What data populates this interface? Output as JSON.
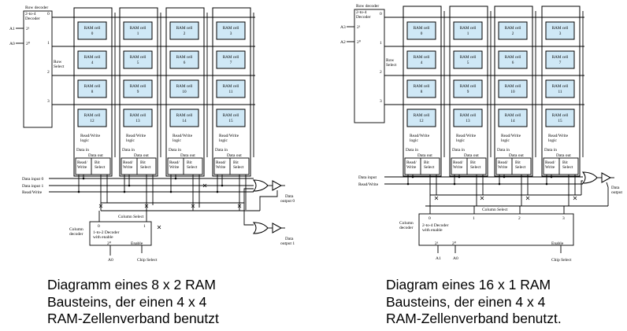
{
  "left": {
    "decoder_title": [
      "Row decoder",
      "2-to-4",
      "Decoder"
    ],
    "row_numbers": [
      "0",
      "1",
      "2",
      "3"
    ],
    "address_inputs": [
      "A1",
      "A0"
    ],
    "power_labels": [
      "2¹",
      "2⁰"
    ],
    "row_select": [
      "Row",
      "Select"
    ],
    "cell_label": "RAM cell",
    "cell_numbers": [
      "0",
      "1",
      "2",
      "3",
      "4",
      "5",
      "6",
      "7",
      "8",
      "9",
      "10",
      "11",
      "12",
      "13",
      "14",
      "15"
    ],
    "rw_logic": [
      "Read/Write",
      "logic"
    ],
    "data_in": "Data in",
    "data_out": "Data out",
    "read_write": [
      "Read/",
      "Write"
    ],
    "bit_select": [
      "Bit",
      "Select"
    ],
    "inputs": [
      "Data input 0",
      "Data input 1",
      "Read/Write"
    ],
    "column_select": "Column Select",
    "col_numbers": [
      "0",
      "1"
    ],
    "column_decoder": [
      "Column",
      "decoder"
    ],
    "decoder_box": [
      "1-to-2 Decoder",
      "with enable"
    ],
    "power_bottom": "2⁰",
    "enable": "Enable",
    "bottom_addr": "A0",
    "chip_select": "Chip Select",
    "data_outputs": [
      [
        "Data",
        "output 0"
      ],
      [
        "Data",
        "output 1"
      ]
    ]
  },
  "right": {
    "decoder_title": [
      "Row decoder",
      "2-to-4",
      "Decoder"
    ],
    "row_numbers": [
      "0",
      "1",
      "2",
      "3"
    ],
    "address_inputs": [
      "A3",
      "A2"
    ],
    "power_labels": [
      "2¹",
      "2⁰"
    ],
    "row_select": [
      "Row",
      "Select"
    ],
    "cell_label": "RAM cell",
    "cell_numbers": [
      "0",
      "1",
      "2",
      "3",
      "4",
      "5",
      "6",
      "7",
      "8",
      "9",
      "10",
      "11",
      "12",
      "13",
      "14",
      "15"
    ],
    "rw_logic": [
      "Read/Write",
      "logic"
    ],
    "data_in": "Data in",
    "data_out": "Data out",
    "read_write": [
      "Read/",
      "Write"
    ],
    "bit_select": [
      "Bit",
      "Select"
    ],
    "inputs": [
      "Data input",
      "Read/Write"
    ],
    "column_select": "Column Select",
    "col_numbers": [
      "0",
      "1",
      "2",
      "3"
    ],
    "column_decoder": [
      "Column",
      "decoder"
    ],
    "decoder_box": [
      "2-to-4 Decoder",
      "with enable"
    ],
    "power_bottom": [
      "2¹",
      "2⁰"
    ],
    "bottom_addr": [
      "A1",
      "A0"
    ],
    "enable": "Enable",
    "chip_select": "Chip Select",
    "data_outputs": [
      [
        "Data",
        "output"
      ]
    ]
  },
  "captions": {
    "left": [
      "Diagramm eines 8 x 2 RAM",
      "Bausteins, der einen 4 x 4",
      "RAM-Zellenverband benutzt"
    ],
    "right": [
      "Diagram eines 16 x 1 RAM",
      "Bausteins, der einen 4 x 4",
      "RAM-Zellenverband benutzt."
    ]
  },
  "colors": {
    "cell_fill": "#cfe8f6",
    "line": "#000000",
    "background": "#ffffff"
  }
}
